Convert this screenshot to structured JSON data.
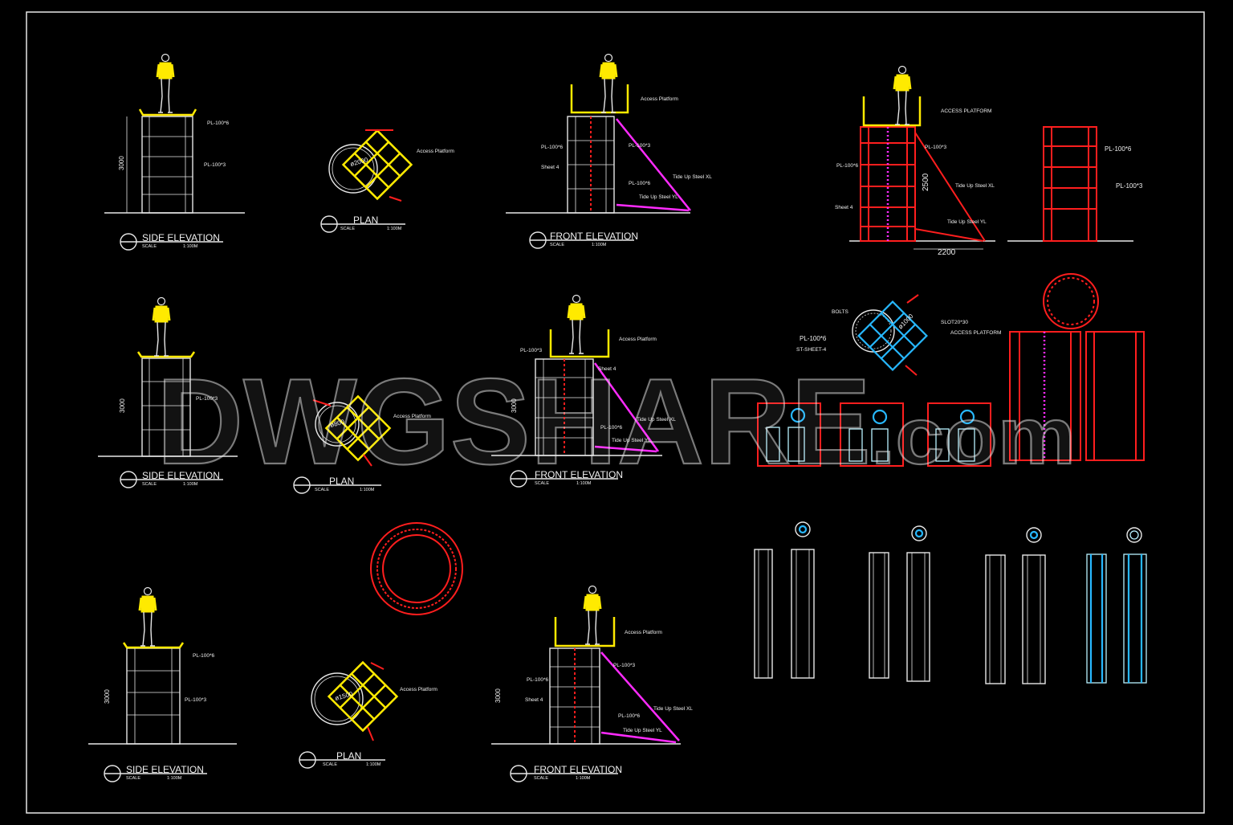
{
  "titles": {
    "side_elevation": "SIDE ELEVATION",
    "plan": "PLAN",
    "front_elevation": "FRONT ELEVATION",
    "scale_word": "SCALE",
    "scale_value": "1:100M"
  },
  "labels": {
    "access_platform": "Access Platform",
    "access_platform_caps": "ACCESS PLATFORM",
    "pl_100_6": "PL-100*6",
    "pl_100_3": "PL-100*3",
    "sheet_4": "Sheet 4",
    "tide_up_steel_a": "Tide Up Steel XL",
    "tide_up_steel_b": "Tide Up Steel YL",
    "bolts": "BOLTS",
    "slot": "SLOT20*30",
    "st_sheet": "ST-SHEET-4",
    "pl_100_6_caps": "PL-100*6",
    "pl_100_3_caps": "PL-100*3"
  },
  "dimensions": {
    "height_3000": "3000",
    "dia_2000": "ø2000",
    "dia_800": "ø800",
    "dia_1500": "ø1500",
    "dim_2500": "2500",
    "dim_2200": "2200",
    "dia_1000": "ø1000"
  },
  "watermark": {
    "brand": "DWGSHARE",
    "suffix": ".com"
  },
  "colors": {
    "background": "#000000",
    "line_white": "#e8e8e8",
    "yellow": "#ffea00",
    "red": "#ff1e1e",
    "magenta": "#ff2bff",
    "cyan": "#27b8ff"
  }
}
